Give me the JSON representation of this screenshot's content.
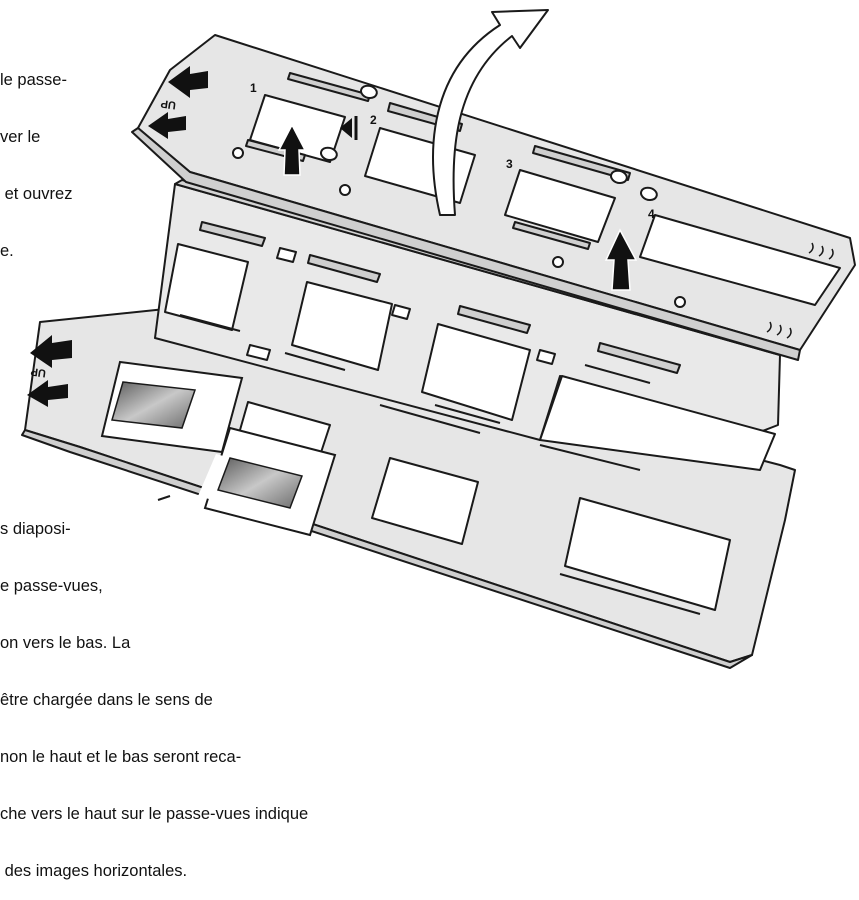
{
  "instructions": {
    "top_lines": [
      "le passe-",
      "ver le",
      " et ouvrez",
      "e."
    ],
    "bottom_lines": [
      "s diaposi-",
      "e passe-vues,",
      "on vers le bas. La",
      "être chargée dans le sens de",
      "non le haut et le bas seront reca-",
      "che vers le haut sur le passe-vues indique",
      " des images horizontales."
    ]
  },
  "holder_labels": {
    "up_upper": "UP",
    "up_lower": "UP",
    "frame_1": "1",
    "frame_2": "2",
    "frame_3": "3",
    "frame_4": "4"
  },
  "colors": {
    "line": "#1a1a1a",
    "plastic": "#e6e6e6",
    "plastic_dark": "#d6d6d6",
    "slide_film": "#8a8a8a",
    "arrow": "#111111"
  },
  "icons": [
    "direction-arrow-icon",
    "lift-arrow-icon",
    "curved-open-arrow-icon",
    "hinge-icon"
  ]
}
